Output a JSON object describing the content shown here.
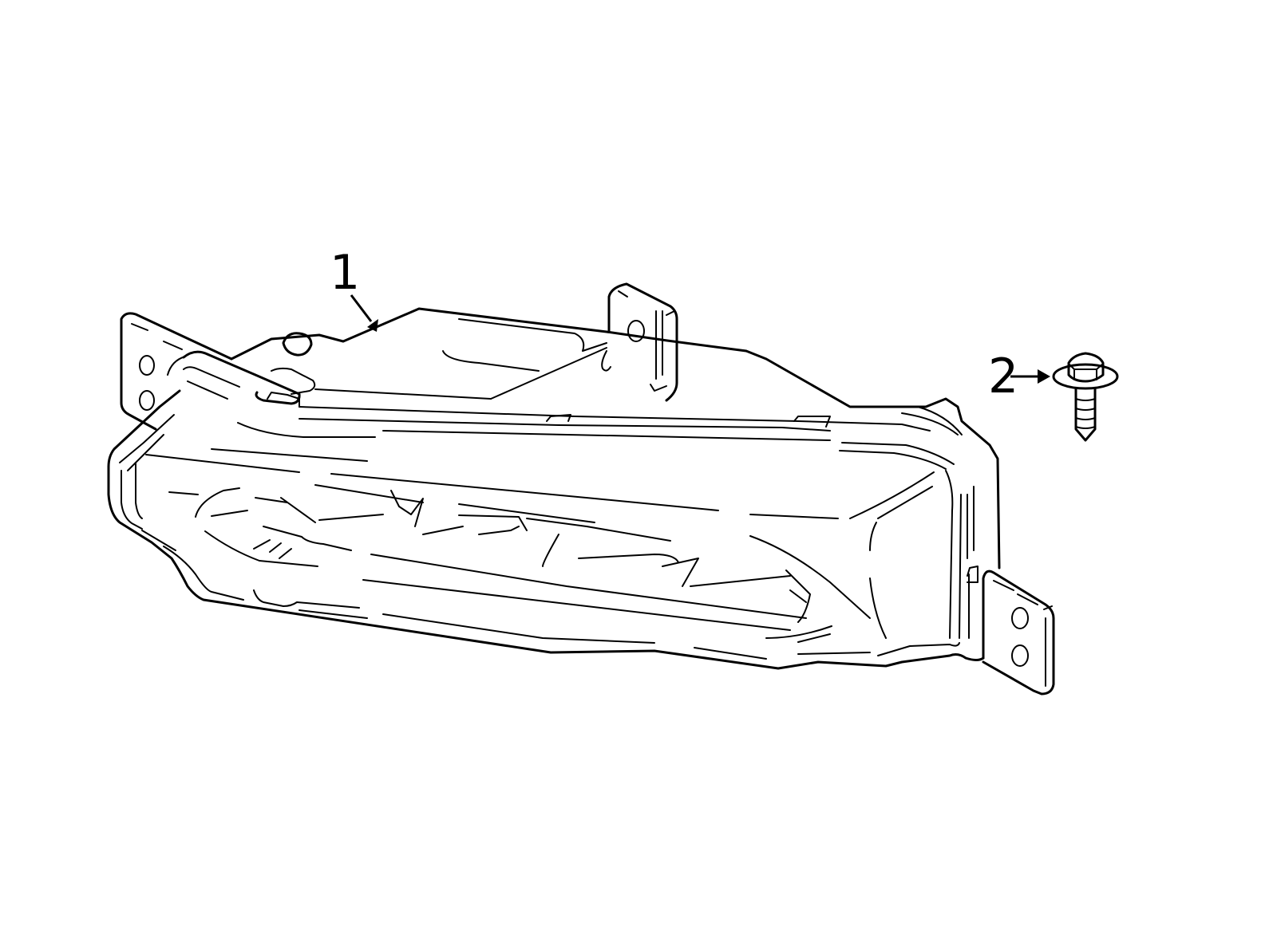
{
  "diagram": {
    "type": "parts-exploded-view",
    "background": "#ffffff",
    "line_color": "#000000",
    "callouts": [
      {
        "number": "1",
        "part": "fog-lamp-assembly"
      },
      {
        "number": "2",
        "part": "flange-bolt-screw"
      }
    ]
  }
}
